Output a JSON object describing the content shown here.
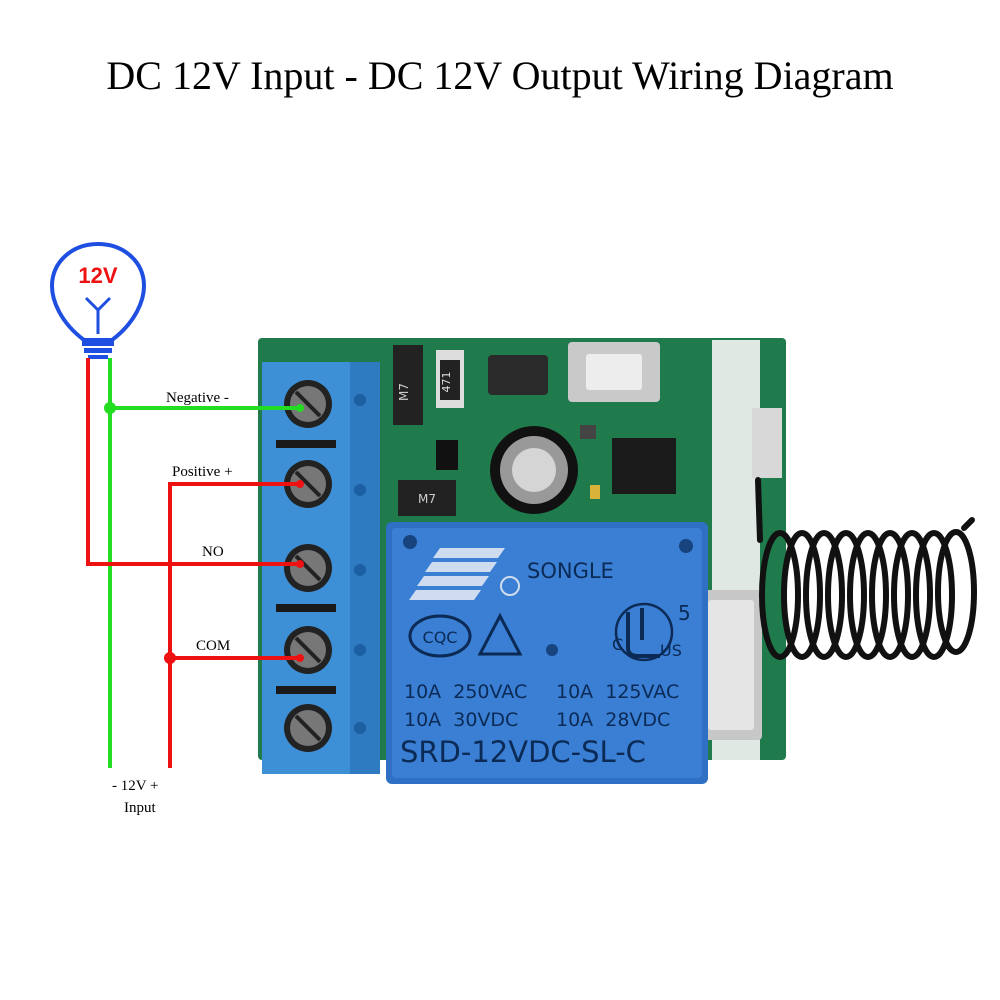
{
  "title": "DC 12V Input - DC 12V Output Wiring Diagram",
  "bulb": {
    "label": "12V",
    "icon": "light-bulb-icon"
  },
  "terminals": {
    "negative": "Negative -",
    "positive": "Positive +",
    "no": "NO",
    "com": "COM"
  },
  "input": {
    "voltage": "- 12V +",
    "label": "Input"
  },
  "pcb": {
    "c1": "M7",
    "c2": "471",
    "c3": "M7"
  },
  "relay": {
    "brand": "SONGLE",
    "cert1": "CQC",
    "cert_c": "C",
    "cert_us": "US",
    "cert_num": "5",
    "rating1_left": "10A  250VAC",
    "rating1_right": "10A  125VAC",
    "rating2_left": "10A  30VDC",
    "rating2_right": "10A  28VDC",
    "model": "SRD-12VDC-SL-C"
  },
  "colors": {
    "wire_green": "#22dd22",
    "wire_red": "#ee1111",
    "terminal_blue": "#3d8fd6",
    "relay_blue": "#2f6fc4",
    "pcb_green": "#1f7a4c",
    "bulb_blue": "#1f4fe0"
  }
}
